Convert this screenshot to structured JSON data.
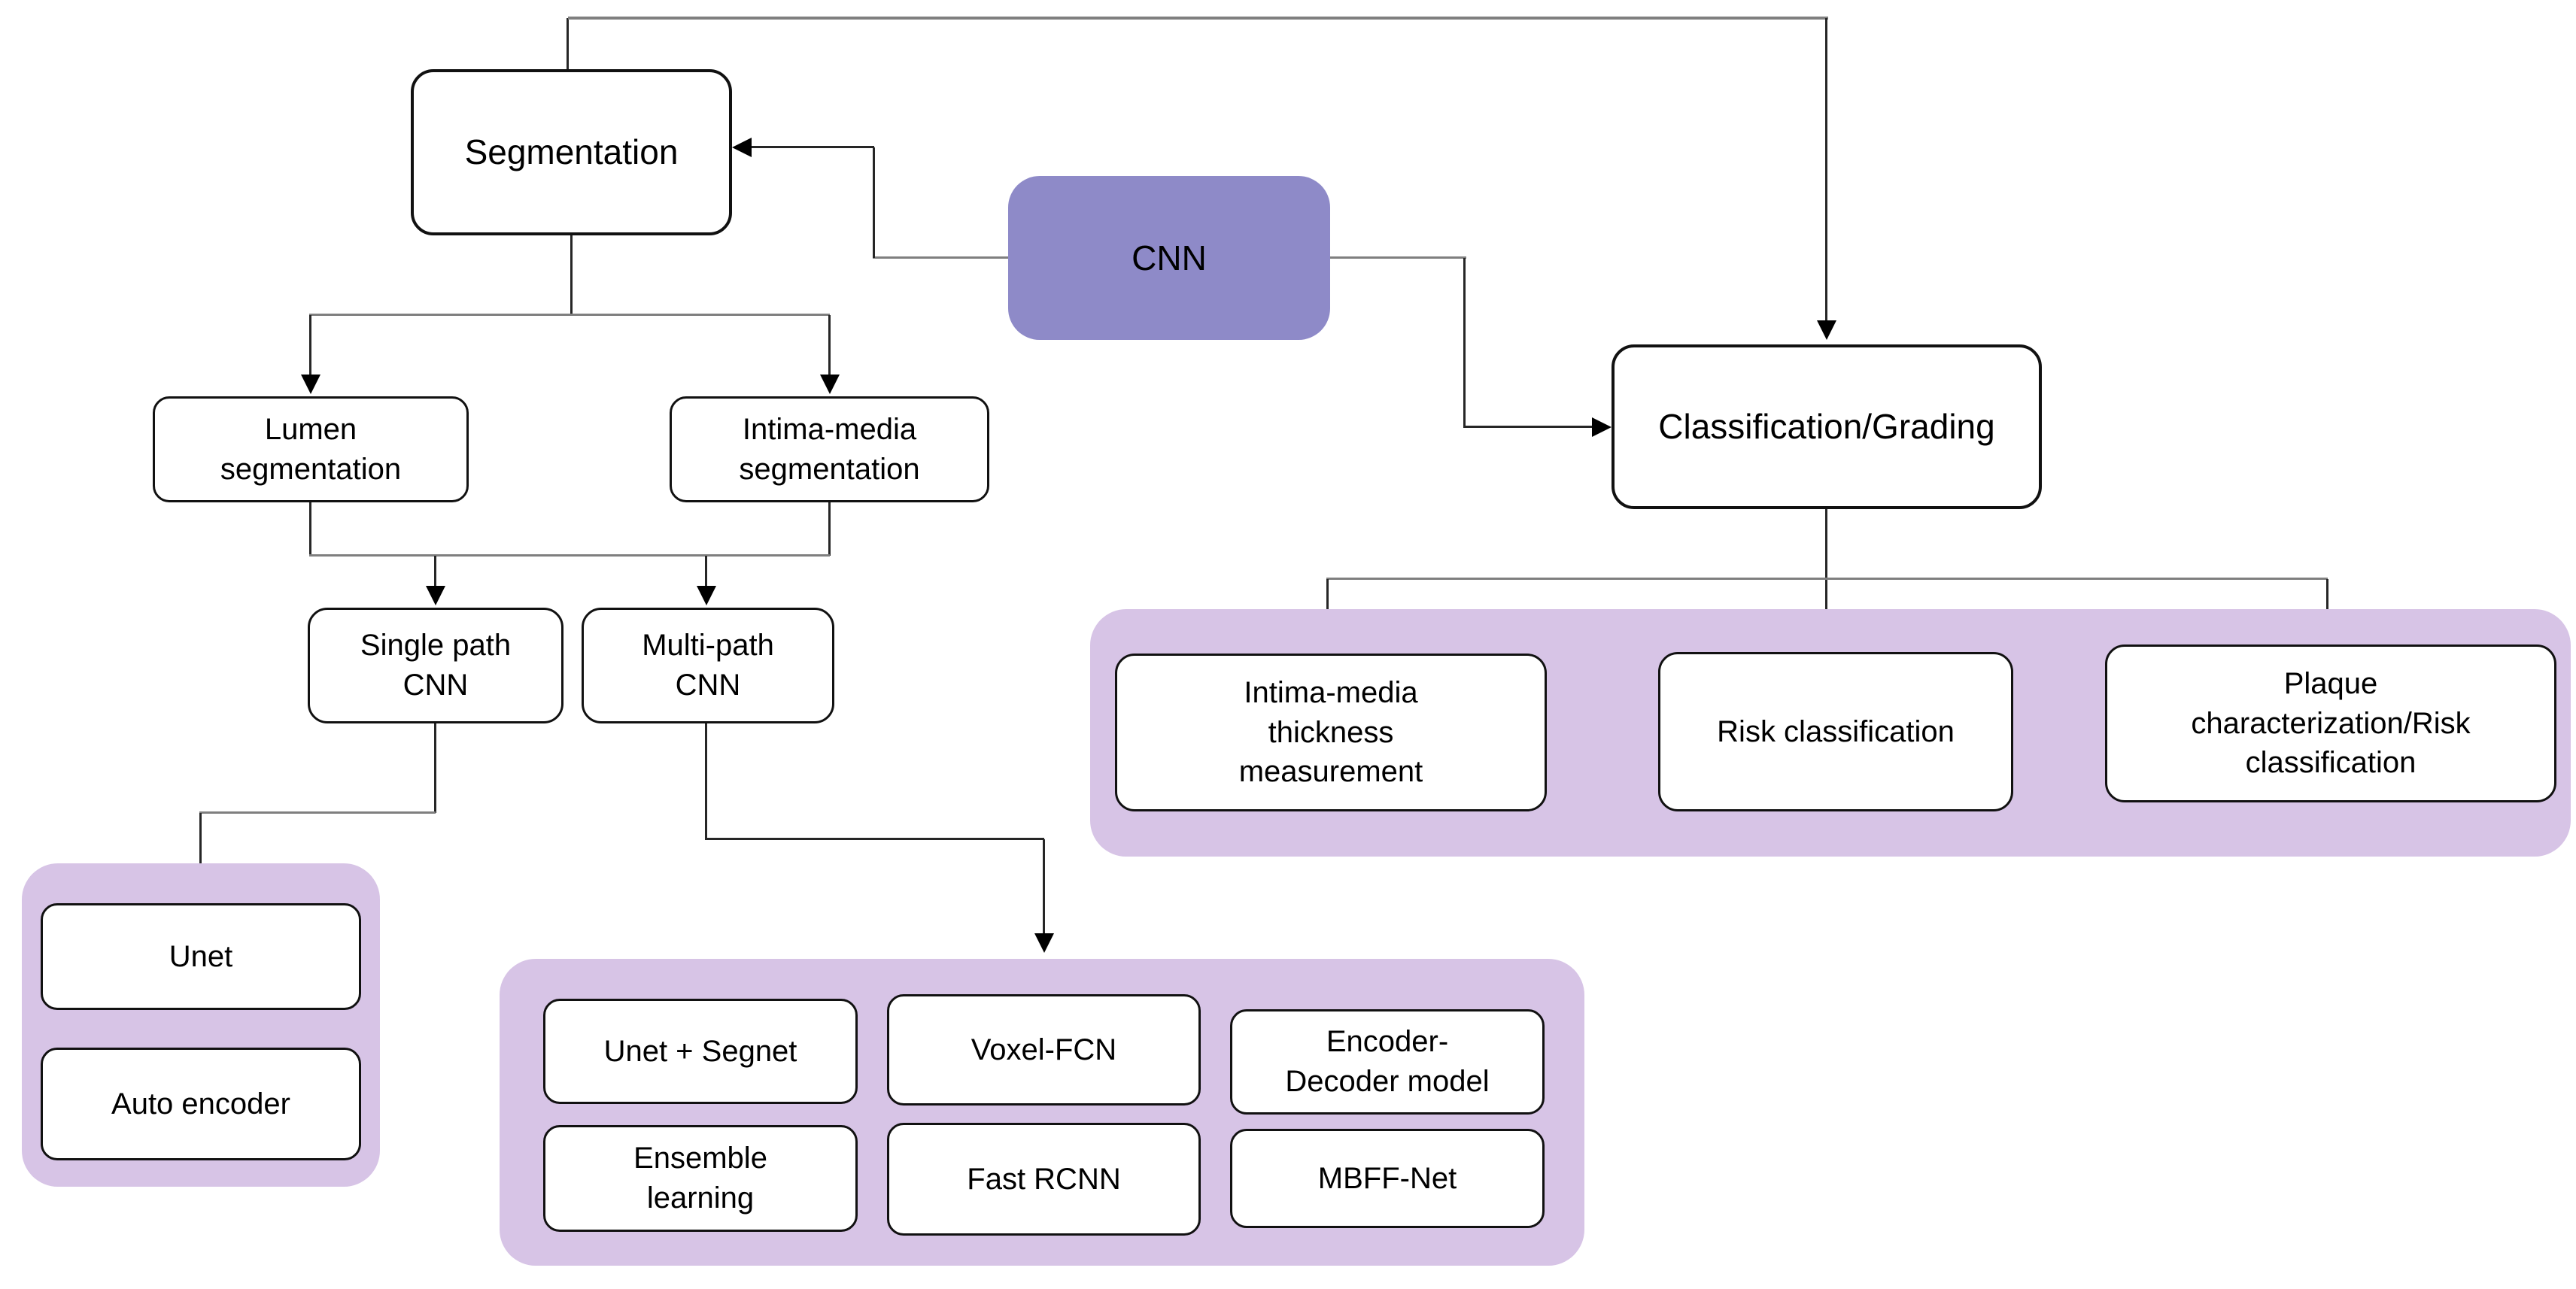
{
  "colors": {
    "background": "#ffffff",
    "cnn_fill": "#8e8ac8",
    "group_fill": "#d7c4e6",
    "node_fill": "#ffffff",
    "node_border": "#111111",
    "line_gray": "#7f7f7f",
    "line_dark": "#262626",
    "text": "#000000"
  },
  "flowchart": {
    "cnn": {
      "label": "CNN"
    },
    "segmentation": {
      "label": "Segmentation"
    },
    "classification": {
      "label": "Classification/Grading"
    },
    "segmentation_types": [
      {
        "label": "Lumen\nsegmentation"
      },
      {
        "label": "Intima-media\nsegmentation"
      }
    ],
    "architectures": [
      {
        "label": "Single path\nCNN"
      },
      {
        "label": "Multi-path\nCNN"
      }
    ],
    "single_path_models": [
      {
        "label": "Unet"
      },
      {
        "label": "Auto encoder"
      }
    ],
    "multi_path_models": [
      {
        "label": "Unet + Segnet"
      },
      {
        "label": "Voxel-FCN"
      },
      {
        "label": "Encoder-\nDecoder model"
      },
      {
        "label": "Ensemble\nlearning"
      },
      {
        "label": "Fast RCNN"
      },
      {
        "label": "MBFF-Net"
      }
    ],
    "classification_tasks": [
      {
        "label": "Intima-media\nthickness\nmeasurement"
      },
      {
        "label": "Risk classification"
      },
      {
        "label": "Plaque\ncharacterization/Risk\nclassification"
      }
    ]
  }
}
